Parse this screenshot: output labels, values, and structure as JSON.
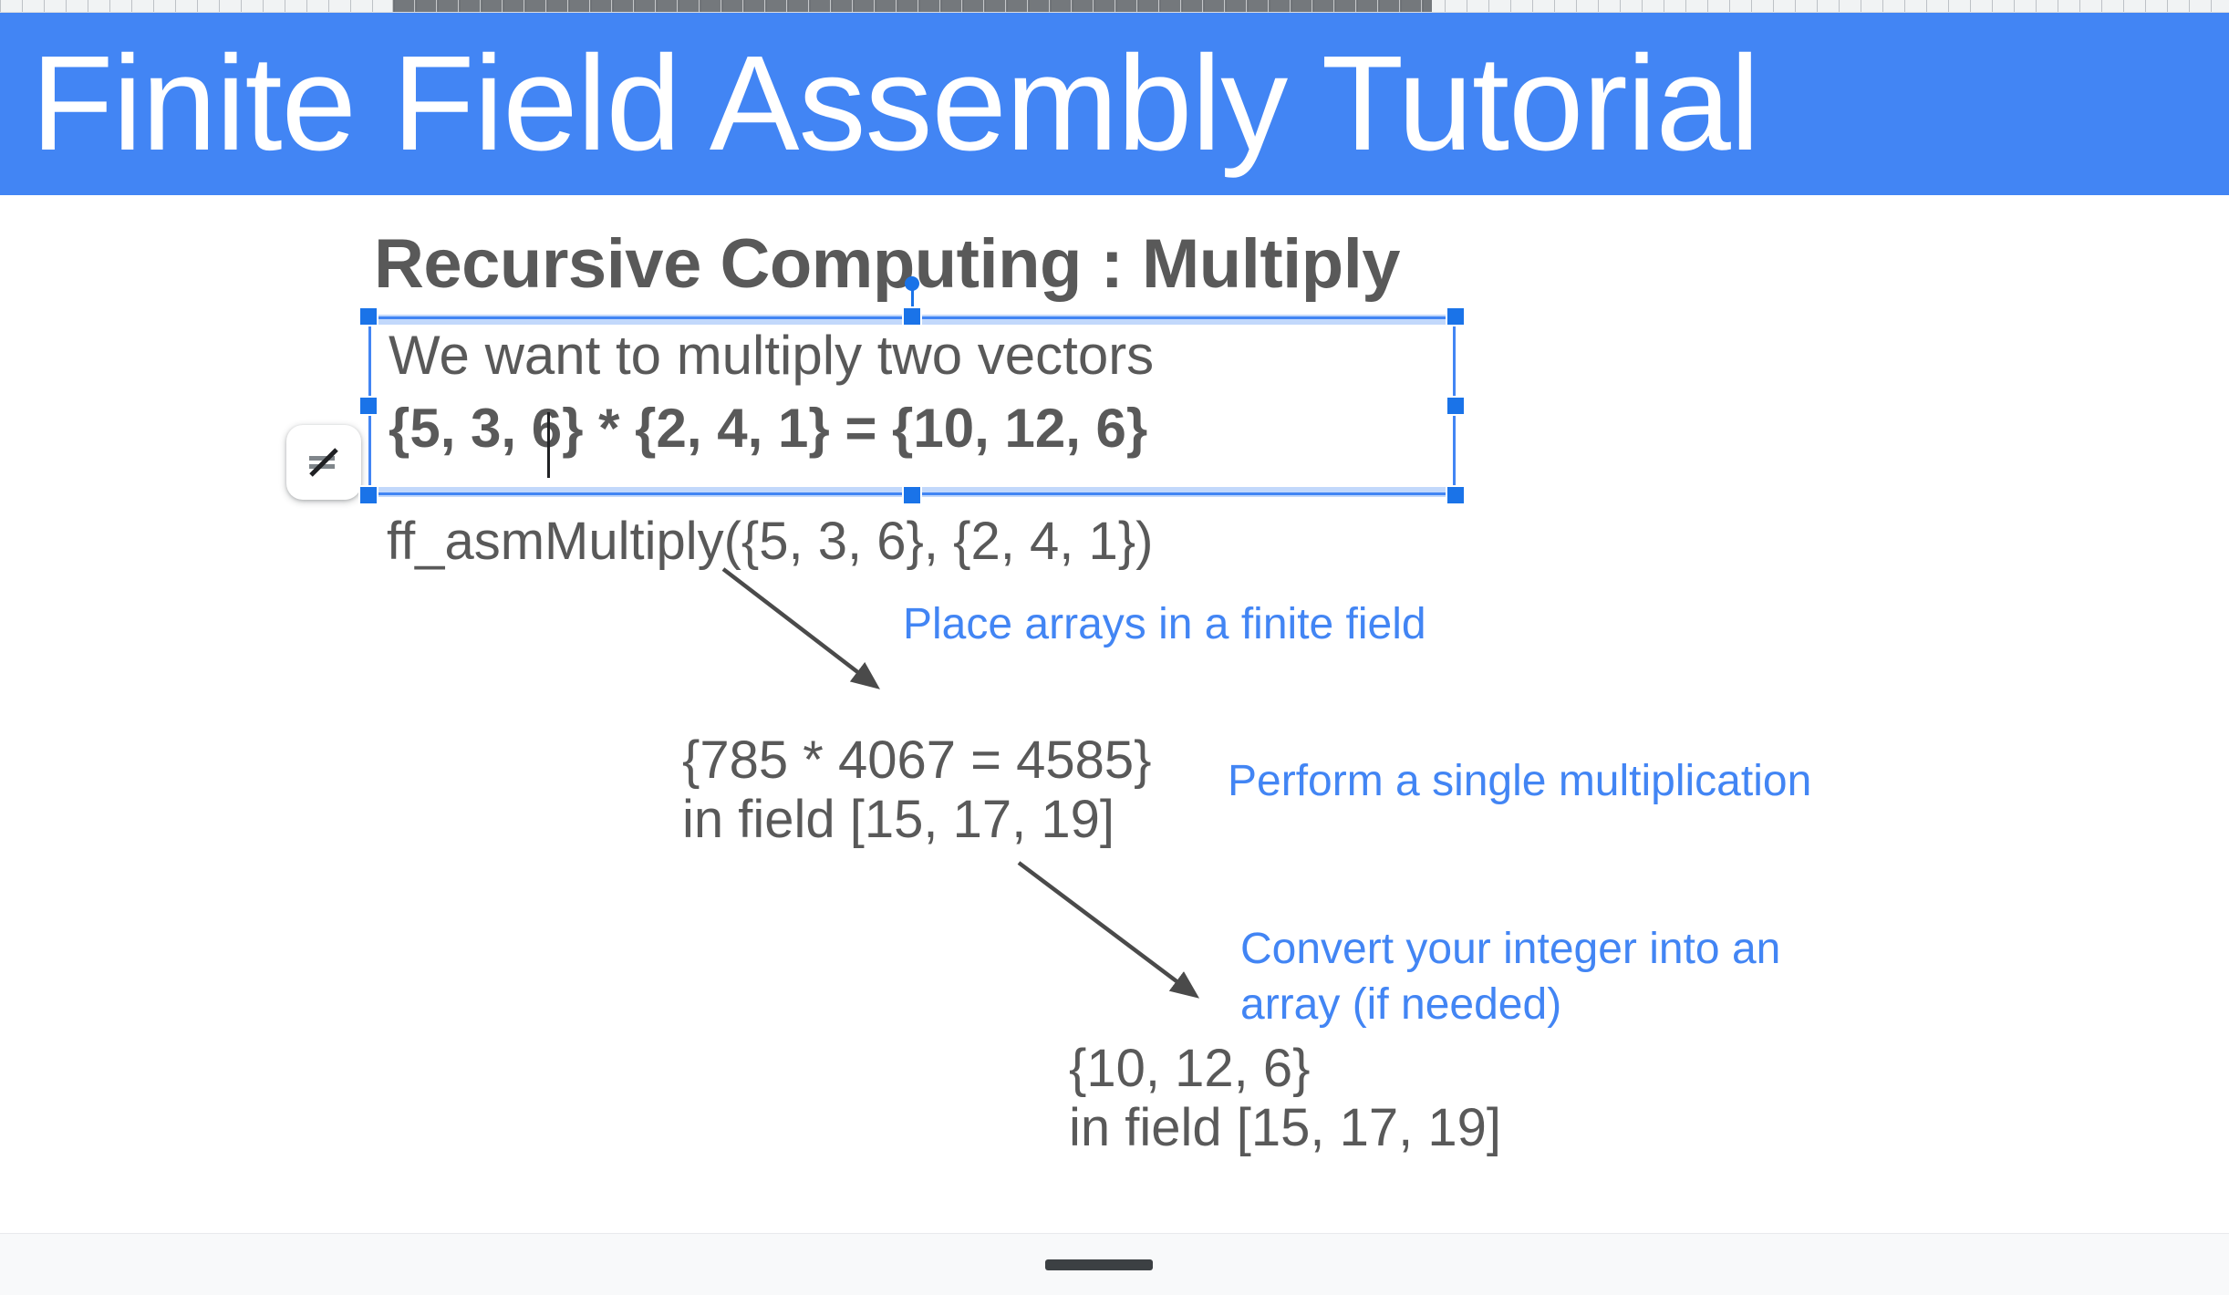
{
  "app": {
    "ruler": {
      "name": "horizontal-ruler"
    },
    "notes_bar": {
      "drag_handle": "notes-drag-handle"
    }
  },
  "slide": {
    "title": "Finite Field Assembly Tutorial",
    "title_bg_color": "#4285f4",
    "title_text_color": "#ffffff",
    "heading": "Recursive Computing : Multiply",
    "body_text_color": "#595959",
    "annotation_color": "#4285f4"
  },
  "selected_textbox": {
    "line1": "We want to multiply two vectors",
    "line2": "{5, 3, 6} * {2, 4, 1} = {10, 12, 6}",
    "selection_color": "#1a73e8",
    "caret_visible": true
  },
  "format_chip": {
    "icon": "remove-formatting-icon"
  },
  "flow": {
    "call_block": "ff_asmMultiply({5, 3, 6}, {2, 4, 1})",
    "annotation_1": "Place arrays in a finite field",
    "middle_block": "{785 * 4067 = 4585}\nin field [15, 17, 19]",
    "annotation_2": "Perform a single multiplication",
    "annotation_3": "Convert your integer into an\narray (if needed)",
    "bottom_block": "{10, 12, 6}\nin field [15, 17, 19]"
  }
}
